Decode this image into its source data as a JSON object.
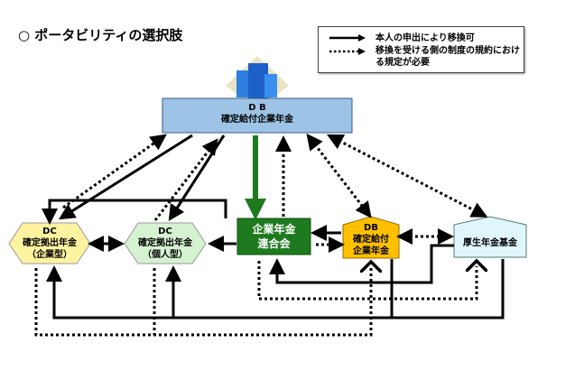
{
  "title": "○ ポータビリティの選択肢",
  "legend": {
    "solid_label": "本人の申出により移換可",
    "dotted_label": "移換を受ける側の制度の規約における規定が必要"
  },
  "nodes": {
    "db_top": {
      "line1": "D B",
      "line2": "確定給付企業年金",
      "color": "#9dc3e6"
    },
    "dc_corp": {
      "line1": "DC",
      "line2": "確定拠出年金",
      "line3": "（企業型）",
      "color": "#fff3a0"
    },
    "dc_ind": {
      "line1": "DC",
      "line2": "確定拠出年金",
      "line3": "（個人型）",
      "color": "#d5f2d0"
    },
    "pfa": {
      "line1": "企業年金",
      "line2": "連合会",
      "color": "#1e7a1e"
    },
    "db_small": {
      "line1": "DB",
      "line2": "確定給付",
      "line3": "企業年金",
      "color": "#ffc000"
    },
    "epf": {
      "line1": "厚生年金基金",
      "color": "#dff6fb"
    }
  }
}
